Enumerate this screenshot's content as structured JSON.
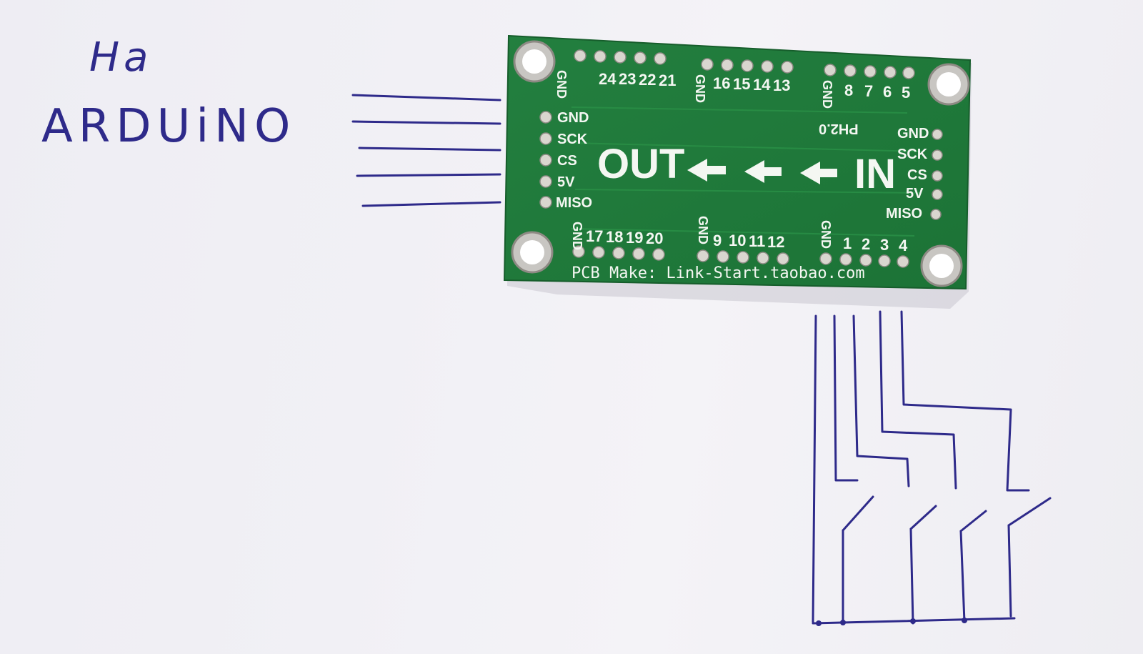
{
  "handwriting": {
    "line1": "На",
    "line2": "ARDUiNO"
  },
  "pcb": {
    "top_left_header": [
      "GND",
      "24",
      "23",
      "22",
      "21"
    ],
    "top_mid_header": [
      "GND",
      "16",
      "15",
      "14",
      "13"
    ],
    "top_right_header": [
      "GND",
      "8",
      "7",
      "6",
      "5"
    ],
    "left_pins": [
      "GND",
      "SCK",
      "CS",
      "5V",
      "MISO"
    ],
    "right_pins": [
      "GND",
      "SCK",
      "CS",
      "5V",
      "MISO"
    ],
    "bottom_left_header": [
      "GND",
      "17",
      "18",
      "19",
      "20"
    ],
    "bottom_mid_header": [
      "GND",
      "9",
      "10",
      "11",
      "12"
    ],
    "bottom_right_header": [
      "GND",
      "1",
      "2",
      "3",
      "4"
    ],
    "connector_label": "PH2.0",
    "out_label": "OUT",
    "in_label": "IN",
    "maker_label": "PCB Make: Link-Start.taobao.com"
  },
  "colors": {
    "pcb_green": "#1f7a3a",
    "ink_blue": "#2e2a8a",
    "paper": "#f1f0f5"
  }
}
